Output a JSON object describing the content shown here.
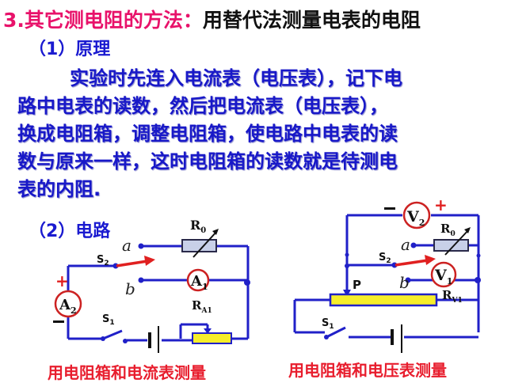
{
  "title": {
    "prefix": "3.其它测电阻的方法：",
    "main": "用替代法测量电表的电阻",
    "prefix_color": "#e8126a",
    "main_color": "#111111"
  },
  "section1": {
    "heading": "（1）原理",
    "lines": [
      "实验时先连入电流表（电压表），记下电",
      "路中电表的读数，然后把电流表（电压表），",
      "换成电阻箱，调整电阻箱，使电路中电表的读",
      "数与原来一样，这时电阻箱的读数就是待测电",
      "表的内阻."
    ]
  },
  "section2": {
    "heading": "（2）电路"
  },
  "circuit_left": {
    "caption": "用电阻箱和电流表测量",
    "labels": {
      "r0": "R",
      "r0_sub": "0",
      "a": "a",
      "b": "b",
      "s2": "S",
      "s2_sub": "2",
      "s1": "S",
      "s1_sub": "1",
      "a1": "A",
      "a1_sub": "1",
      "a2": "A",
      "a2_sub": "2",
      "ra1": "R",
      "ra1_sub": "A1",
      "plus": "+",
      "minus": "−"
    }
  },
  "circuit_right": {
    "caption": "用电阻箱和电压表测量",
    "labels": {
      "r0": "R",
      "r0_sub": "0",
      "a": "a",
      "b": "b",
      "s2": "S",
      "s2_sub": "2",
      "s1": "S",
      "s1_sub": "1",
      "v1": "V",
      "v1_sub": "1",
      "v2": "V",
      "v2_sub": "2",
      "rv1": "R",
      "rv1_sub": "V1",
      "p": "P",
      "plus": "+",
      "minus": "−"
    }
  },
  "colors": {
    "wire": "#2020c8",
    "meter_ring": "#cc2222",
    "switch_arrow": "#e02020",
    "resistor_box": "#c8d0e8",
    "rheostat": "#f6ee2a"
  }
}
